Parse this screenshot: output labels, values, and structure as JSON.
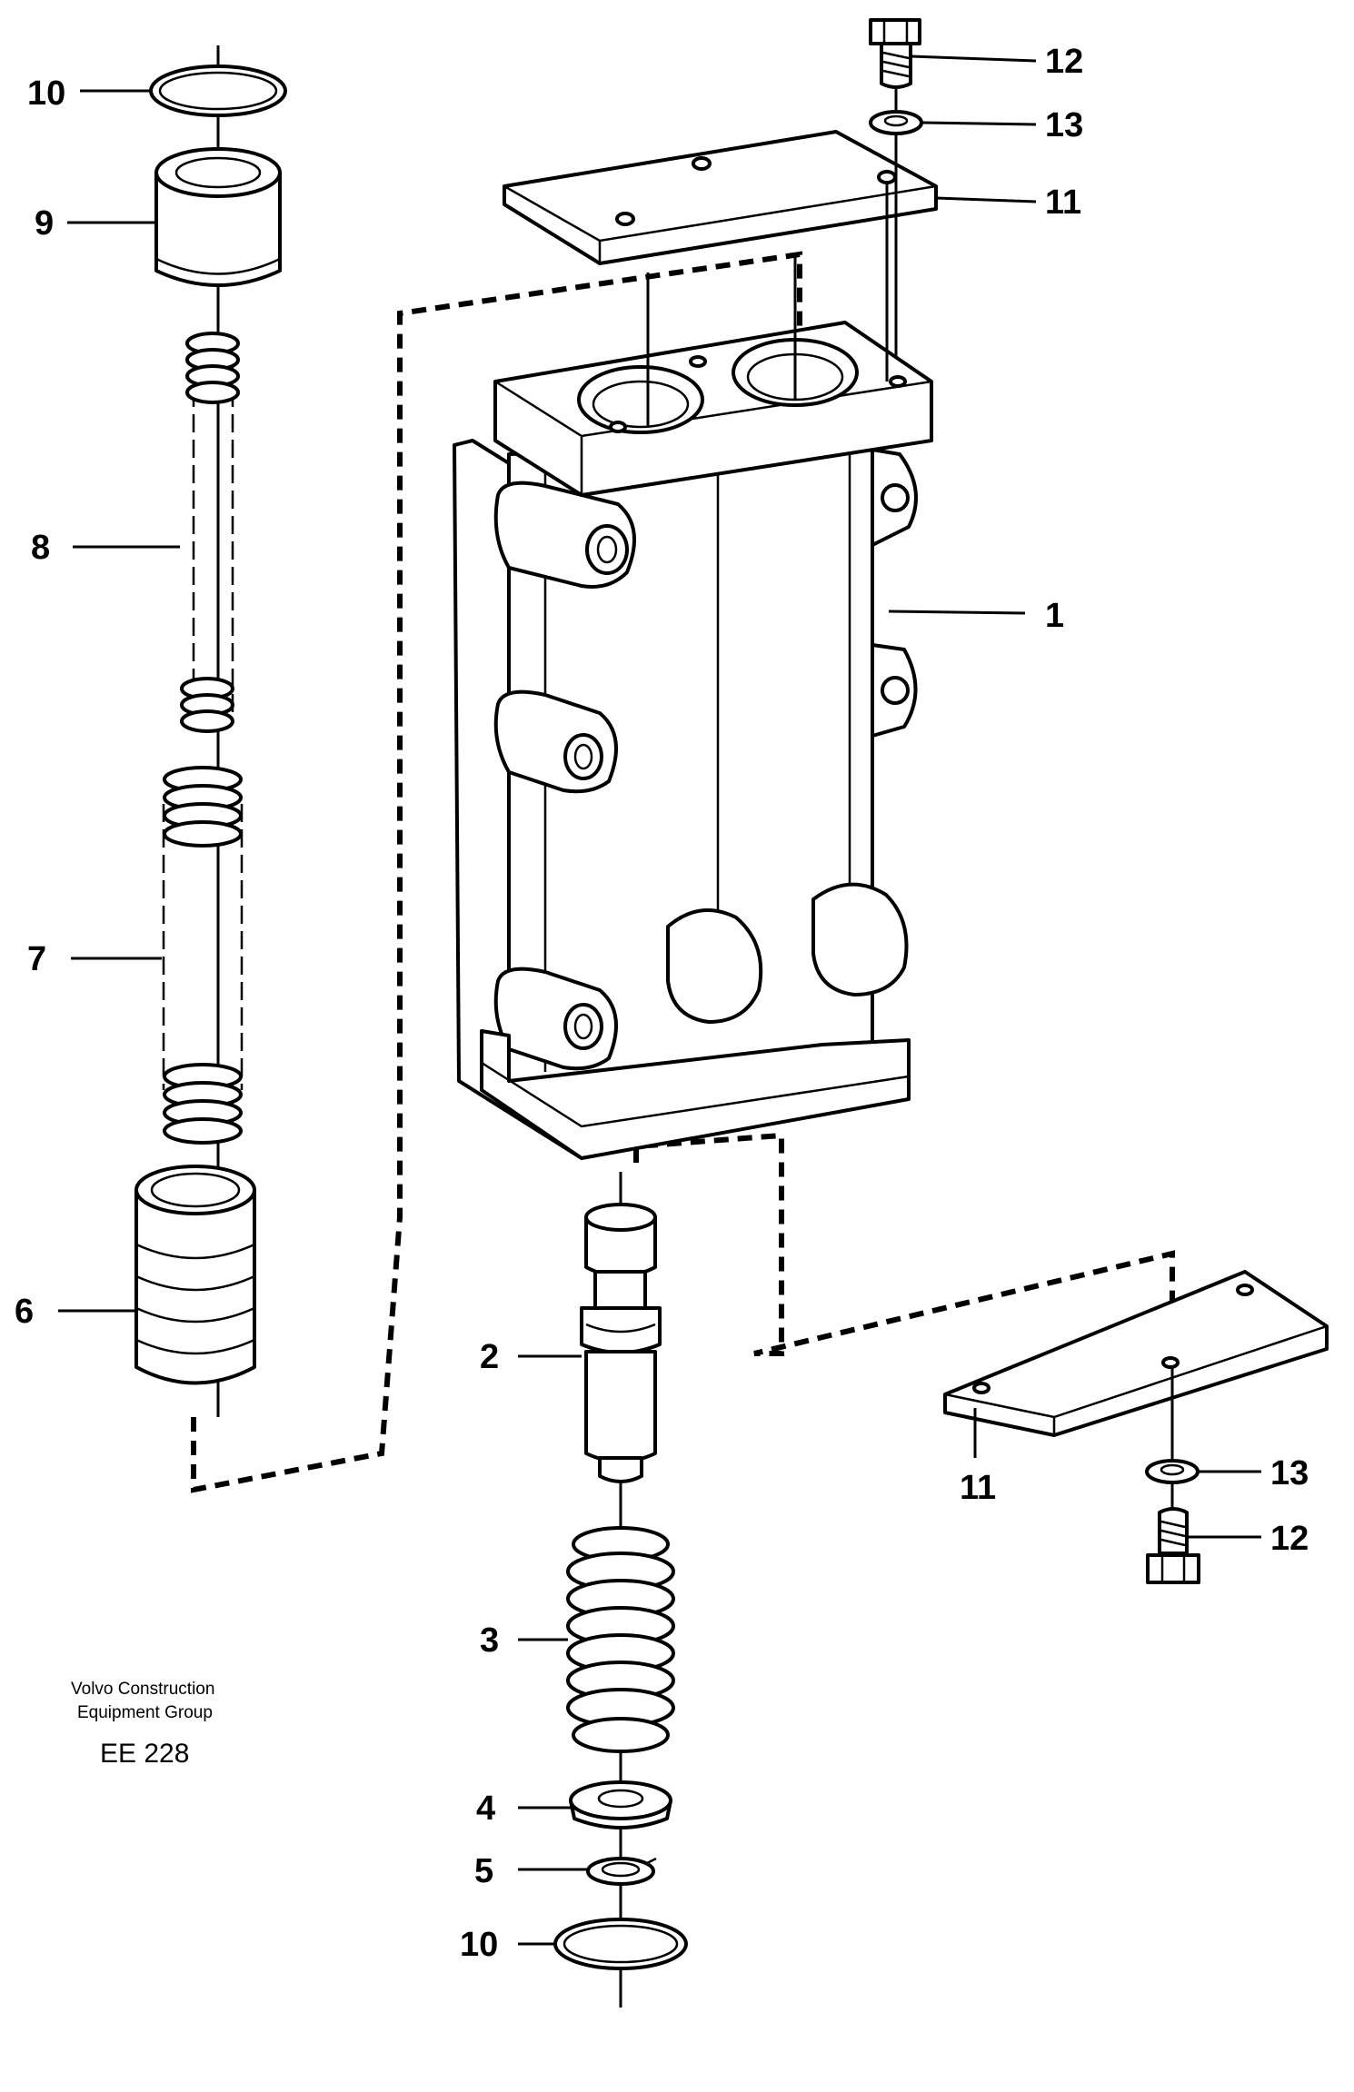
{
  "diagram": {
    "labels": {
      "l10_top": "10",
      "l9": "9",
      "l8": "8",
      "l7": "7",
      "l6": "6",
      "l12_top": "12",
      "l13_top": "13",
      "l11_top": "11",
      "l1": "1",
      "l2": "2",
      "l3": "3",
      "l4": "4",
      "l5": "5",
      "l10_bottom": "10",
      "l11_bottom": "11",
      "l13_bottom": "13",
      "l12_bottom": "12"
    },
    "credit": {
      "line1": "Volvo Construction",
      "line2": "Equipment Group"
    },
    "code": "EE 228"
  }
}
